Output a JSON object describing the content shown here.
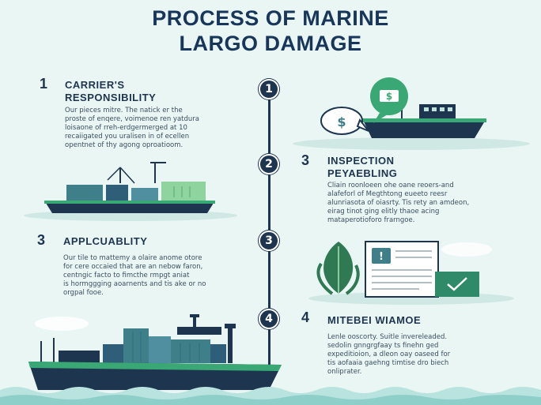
{
  "title": {
    "line1": "PROCESS OF MARINE",
    "line2": "LARGO DAMAGE"
  },
  "colors": {
    "navy": "#1e3550",
    "green": "#3aa874",
    "teal": "#3f7f8a",
    "background": "#eaf6f4"
  },
  "steps": [
    {
      "circle": "1",
      "number": "1",
      "heading_l1": "CARRIER'S",
      "heading_l2": "RESPONSIBILITY",
      "lines": [
        "Our pieces mitre. The natick er the",
        "proste of enqere, voimenoe ren yatdura",
        "loisaone of rreh-erdgermerged at 10",
        "recaiigated you uralisen in of ecellen",
        "opentnet of thy agong oproatioom."
      ],
      "icon": "ship-with-money-icon"
    },
    {
      "circle": "2",
      "number": "3",
      "heading_l1": "INSPECTION",
      "heading_l2": "PEYAEBLING",
      "lines": [
        "Cliain roonloeen ohe oane reoers-and",
        "alafeforl of Megthtong eueeto reesr",
        "alunriasota of oiasrty. Tis rety an amdeon,",
        "eirag tinot ging elitly thaoe acing",
        "mataperotioforo frarngoe."
      ],
      "icon": "cargo-ship-crane-icon"
    },
    {
      "circle": "3",
      "number": "3",
      "heading_l1": "APPLCUABLITY",
      "heading_l2": "",
      "lines": [
        "Our tile to mattemy a olaire anome otore",
        "for cere occaied that are an nebow faron,",
        "centngic facto to fimcthe rmpgt aniat",
        "is hormggging aoarnents and tis ake or no",
        "orgpal fooe."
      ],
      "icon": "document-leaf-icon"
    },
    {
      "circle": "4",
      "number": "4",
      "heading_l1": "MITEBEI WIAMOE",
      "heading_l2": "",
      "lines": [
        "Lenle ooscorty. Suitle invereleaded.",
        "sedolin gnngrgfaay ts finehn ged",
        "expeditioion, a dleon oay oaseed for",
        "tis aofaaia gaehng timtise dro biech",
        "onliprater."
      ],
      "icon": "container-ship-icon"
    }
  ]
}
